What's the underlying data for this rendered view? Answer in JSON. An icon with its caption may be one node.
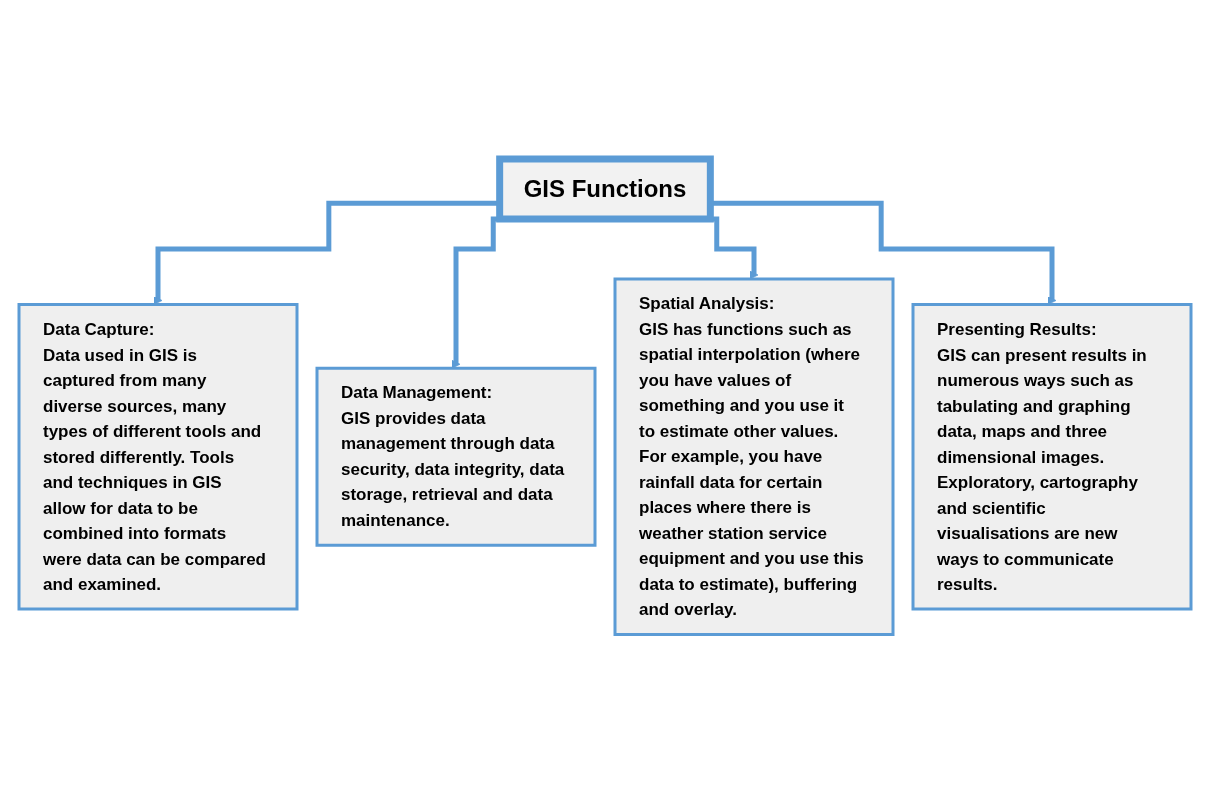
{
  "diagram": {
    "nodes": [
      {
        "text": [
          "GIS Functions"
        ]
      },
      {
        "text": [
          "Data Capture:",
          "Data used in GIS is captured from many diverse sources, many types of different tools and stored differently. Tools and techniques in GIS allow for data to be combined into formats were data can be compared and examined."
        ]
      },
      {
        "text": [
          "Data Management:",
          "GIS provides data management through data security, data integrity, data storage, retrieval and data maintenance."
        ]
      },
      {
        "text": [
          "Spatial Analysis:",
          "GIS has functions such as spatial interpolation (where you have values of something and you use it to estimate other values. For example, you have rainfall data for certain places where there is weather station service equipment and you use this data to estimate), buffering and overlay."
        ]
      },
      {
        "text": [
          "Presenting Results:",
          "GIS can present results in numerous ways such as tabulating and graphing data, maps and three dimensional images. Exploratory, cartography and scientific visualisations are new ways to communicate results."
        ]
      }
    ],
    "edges": [
      {
        "from": 0,
        "to": 1,
        "arrow": "to"
      },
      {
        "from": 0,
        "to": 2,
        "arrow": "to"
      },
      {
        "from": 0,
        "to": 3,
        "arrow": "to"
      },
      {
        "from": 0,
        "to": 4,
        "arrow": "to"
      }
    ]
  }
}
